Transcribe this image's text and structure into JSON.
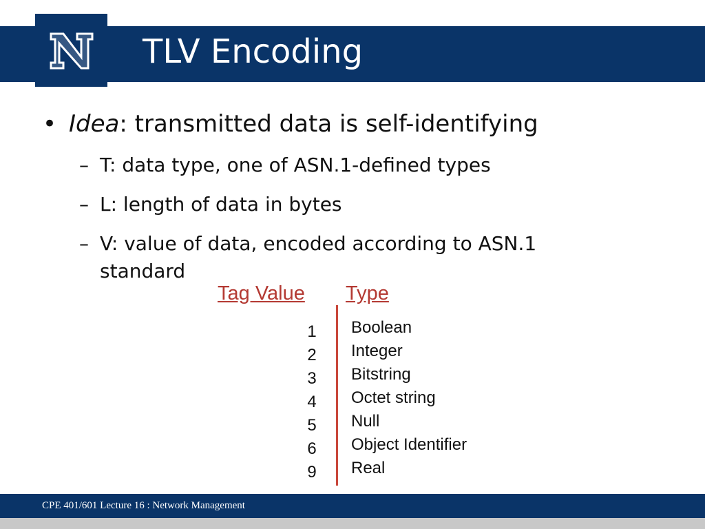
{
  "slide": {
    "title": "TLV Encoding",
    "colors": {
      "header_band": "#0a3468",
      "accent_red": "#b43a33",
      "divider": "#c9473b",
      "bottom_strip": "#c8c8c8"
    }
  },
  "logo": {
    "icon": "university-n-logo",
    "letter": "N"
  },
  "bullets": {
    "main_symbol": "•",
    "main_italic": "Idea",
    "main_rest": ": transmitted data is self-identifying",
    "dash_symbol": "–",
    "items": [
      {
        "text": "T: data type, one of ASN.1-defined types"
      },
      {
        "text": "L: length of data in bytes"
      },
      {
        "text": "V: value of data, encoded according to ASN.1",
        "continuation": "standard"
      }
    ]
  },
  "table": {
    "header_tag": "Tag Value",
    "header_type": "Type",
    "tags": [
      "1",
      "2",
      "3",
      "4",
      "5",
      "6",
      "9"
    ],
    "types": [
      "Boolean",
      "Integer",
      "Bitstring",
      "Octet string",
      "Null",
      "Object Identifier",
      "Real"
    ]
  },
  "footer": {
    "text": "CPE 401/601 Lecture 16 : Network Management"
  }
}
